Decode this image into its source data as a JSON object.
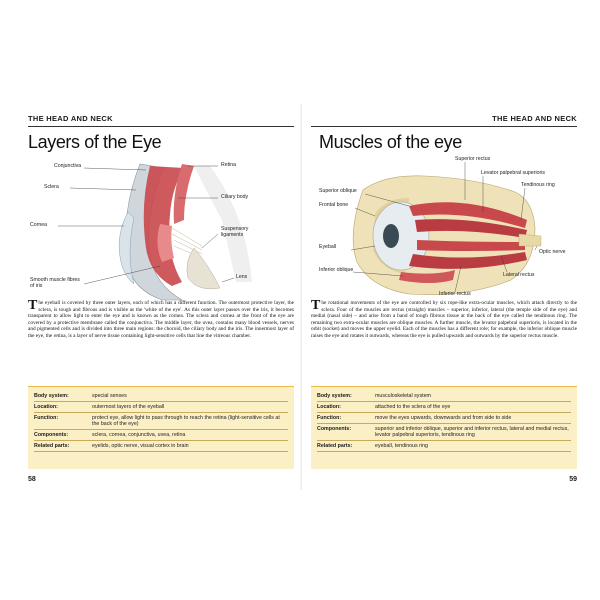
{
  "left": {
    "header": "THE HEAD AND NECK",
    "title": "Layers of the Eye",
    "labels": {
      "conjunctiva": "Conjunctiva",
      "sclera": "Sclera",
      "cornea": "Cornea",
      "smooth_muscle": "Smooth muscle fibres of iris",
      "retina": "Retina",
      "ciliary_body": "Ciliary body",
      "suspensory": "Suspensory ligaments",
      "lens": "Lens"
    },
    "dropcap": "T",
    "body": "he eyeball is covered by three outer layers, each of which has a different function. The outermost protective layer, the sclera, is tough and fibrous and is visible as the 'white of the eye'. As this outer layer passes over the iris, it becomes transparent to allow light to enter the eye and is known as the cornea. The sclera and cornea at the front of the eye are covered by a protective membrane called the conjunctiva. The middle layer, the uvea, contains many blood vessels, nerves and pigmented cells and is divided into three main regions: the choroid, the ciliary body and the iris. The innermost layer of the eye, the retina, is a layer of nerve tissue containing light-sensitive cells that line the vitreous chamber.",
    "info": [
      {
        "key": "Body system:",
        "value": "special senses"
      },
      {
        "key": "Location:",
        "value": "outermost layers of the eyeball"
      },
      {
        "key": "Function:",
        "value": "protect eye, allow light to pass through to reach the retina (light-sensitive cells at the back of the eye)"
      },
      {
        "key": "Components:",
        "value": "sclera, cornea, conjunctiva, uvea, retina"
      },
      {
        "key": "Related parts:",
        "value": "eyelids, optic nerve, visual cortex in brain"
      }
    ],
    "page_number": "58"
  },
  "right": {
    "header": "THE HEAD AND NECK",
    "title": "Muscles of the eye",
    "labels": {
      "superior_rectus": "Superior rectus",
      "levator": "Levator palpebral superioris",
      "tendinous_ring": "Tendinous ring",
      "superior_oblique": "Superior oblique",
      "frontal_bone": "Frontal bone",
      "eyeball": "Eyeball",
      "optic_nerve": "Optic nerve",
      "inferior_oblique": "Inferior oblique",
      "lateral_rectus": "Lateral rectus",
      "inferior_rectus": "Inferior rectus"
    },
    "dropcap": "T",
    "body": "he rotational movements of the eye are controlled by six rope-like extra-ocular muscles, which attach directly to the sclera. Four of the muscles are rectus (straight) muscles – superior, inferior, lateral (the temple side of the eye) and medial (nasal side) – and arise from a band of tough fibrous tissue at the back of the eye called the tendinous ring. The remaining two extra-ocular muscles are oblique muscles. A further muscle, the levator palpebral superioris, is located in the orbit (socket) and moves the upper eyelid. Each of the muscles has a different role; for example, the inferior oblique muscle raises the eye and rotates it outwards, whereas the eye is pulled upwards and outwards by the superior rectus muscle.",
    "info": [
      {
        "key": "Body system:",
        "value": "musculoskeletal system"
      },
      {
        "key": "Location:",
        "value": "attached to the sclera of the eye"
      },
      {
        "key": "Function:",
        "value": "move the eyes upwards, downwards and from side to side"
      },
      {
        "key": "Components:",
        "value": "superior and inferior oblique, superior and inferior rectus, lateral and medial rectus, levator palpebral superioris, tendinous ring"
      },
      {
        "key": "Related parts:",
        "value": "eyeball, tendinous ring"
      }
    ],
    "page_number": "59"
  },
  "colors": {
    "info_box": "#fbefc6",
    "info_border": "#e8b84a",
    "muscle": "#c9484c"
  }
}
